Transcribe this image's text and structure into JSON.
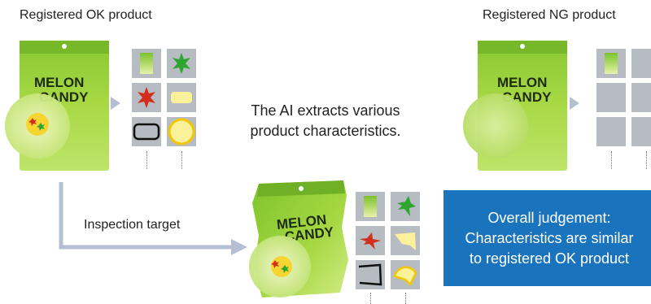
{
  "labels": {
    "ok_title": "Registered OK product",
    "ng_title": "Registered NG product",
    "ai_line1": "The AI extracts various",
    "ai_line2": "product characteristics.",
    "inspection_target": "Inspection target"
  },
  "judgement": {
    "line1": "Overall judgement:",
    "line2": "Characteristics are similar",
    "line3": "to registered OK product"
  },
  "package": {
    "brand_line1": "MELON",
    "brand_line2": "CANDY"
  },
  "colors": {
    "package_green": "#9ed33c",
    "package_light": "#cdeb7c",
    "arrow_gray": "#b6bfd2",
    "tile_gray": "#b7bcc2",
    "judgement_blue": "#1a74bd",
    "star_green": "#2fa52f",
    "star_red": "#d2301f",
    "shape_yellow": "#fbf19a"
  }
}
